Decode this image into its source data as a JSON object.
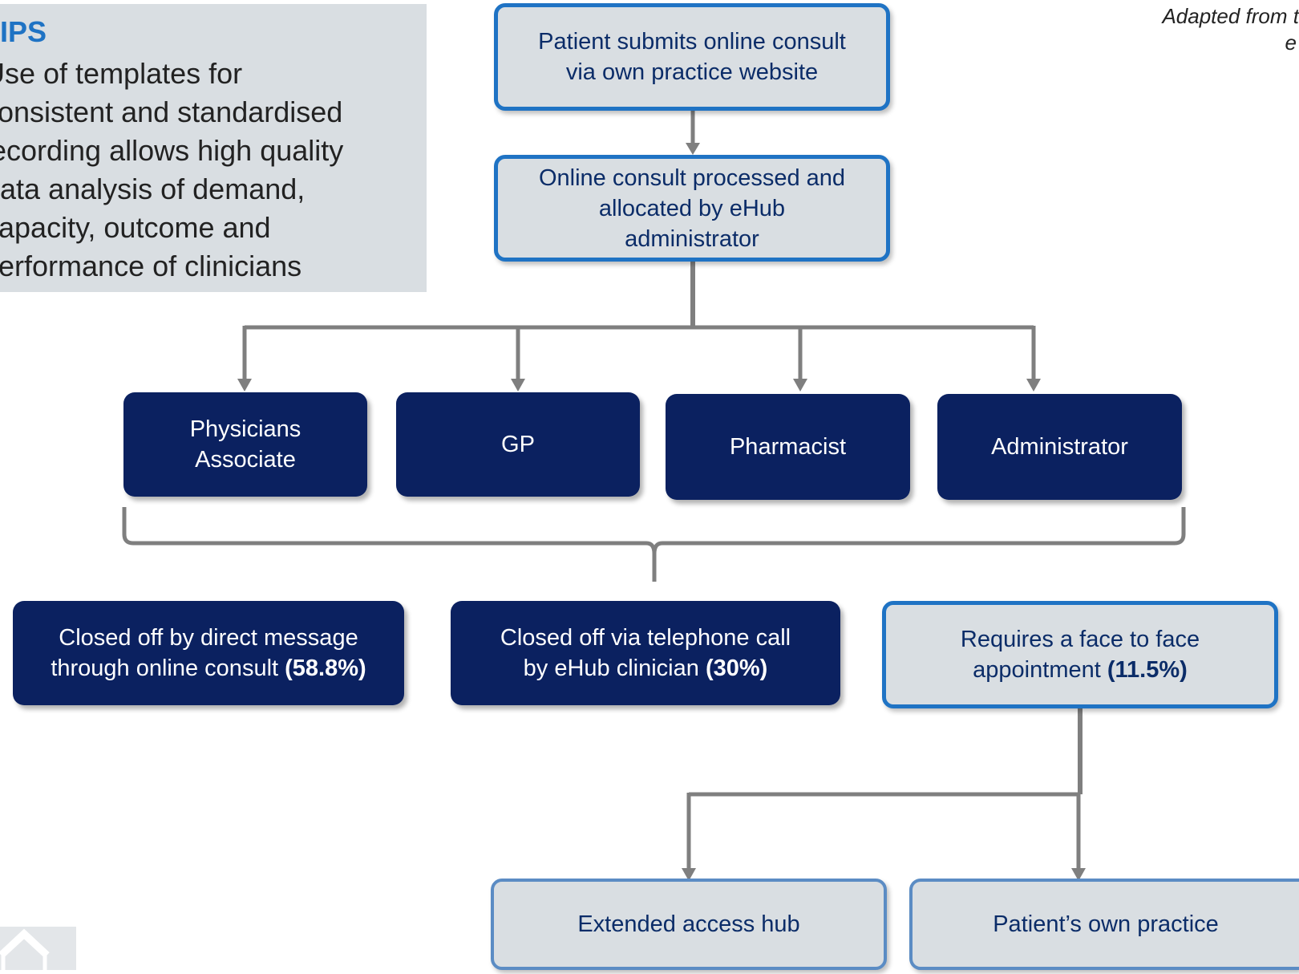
{
  "tips": {
    "title": "TIPS",
    "lines": [
      "Use of templates for",
      "consistent and standardised",
      "recording allows high quality",
      "data analysis of demand,",
      "capacity, outcome and",
      "performance of clinicians"
    ]
  },
  "source_note": {
    "line1": "Adapted from t",
    "line2": "e"
  },
  "flow": {
    "submit": {
      "line1": "Patient submits online consult",
      "line2": "via own practice website"
    },
    "process": {
      "line1": "Online consult processed and",
      "line2": "allocated by eHub",
      "line3": "administrator"
    },
    "roles": {
      "pa": {
        "line1": "Physicians",
        "line2": "Associate"
      },
      "gp": "GP",
      "pharmacist": "Pharmacist",
      "administrator": "Administrator"
    },
    "outcomes": {
      "direct_message": {
        "line1": "Closed off by direct message",
        "line2_text": "through online consult ",
        "line2_pct": "(58.8%)"
      },
      "telephone": {
        "line1": "Closed off via telephone call",
        "line2_text": "by eHub clinician ",
        "line2_pct": "(30%)"
      },
      "face_to_face": {
        "line1": "Requires a face to face",
        "line2_text": "appointment ",
        "line2_pct": "(11.5%)"
      }
    },
    "destinations": {
      "extended_hub": "Extended access hub",
      "own_practice": "Patient’s own practice"
    }
  },
  "colors": {
    "dark_box": "#0b2160",
    "light_box": "#d9dee2",
    "accent_blue": "#1f73c4",
    "connector": "#7f7f7f"
  }
}
